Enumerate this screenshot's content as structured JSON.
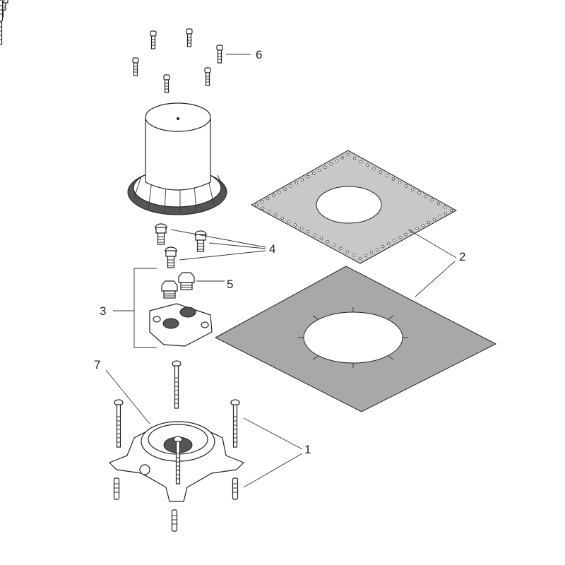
{
  "diagram": {
    "callouts": [
      {
        "id": "1",
        "label": "1"
      },
      {
        "id": "2",
        "label": "2"
      },
      {
        "id": "3",
        "label": "3"
      },
      {
        "id": "4",
        "label": "4"
      },
      {
        "id": "5",
        "label": "5"
      },
      {
        "id": "6",
        "label": "6"
      },
      {
        "id": "7",
        "label": "7"
      }
    ],
    "colors": {
      "line": "#222222",
      "sheet_light": "#c8c8c8",
      "sheet_dark": "#a8a8a8"
    }
  }
}
